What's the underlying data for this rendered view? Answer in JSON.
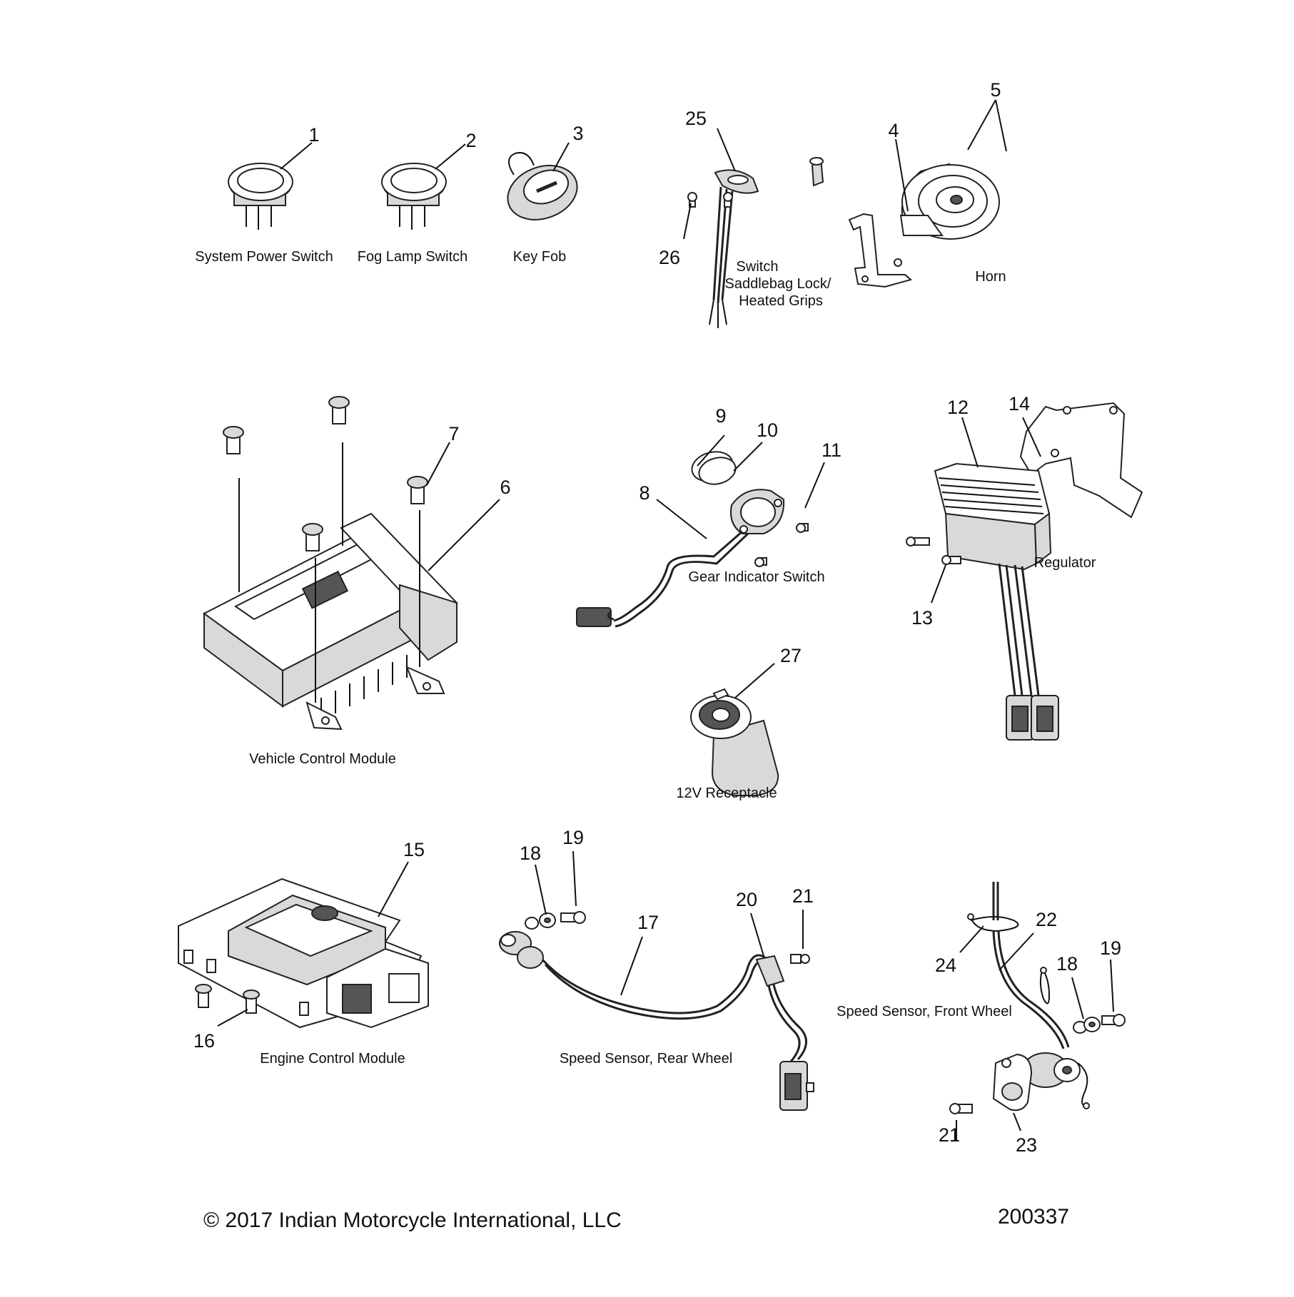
{
  "captions": {
    "system_power_switch": "System Power Switch",
    "fog_lamp_switch": "Fog Lamp Switch",
    "key_fob": "Key Fob",
    "switch_line1": "Switch",
    "switch_line2": "Saddlebag Lock/",
    "switch_line3": "Heated Grips",
    "horn": "Horn",
    "vehicle_control_module": "Vehicle Control Module",
    "gear_indicator_switch": "Gear Indicator Switch",
    "regulator": "Regulator",
    "receptacle_12v": "12V Receptacle",
    "engine_control_module": "Engine Control Module",
    "speed_sensor_rear": "Speed Sensor, Rear Wheel",
    "speed_sensor_front": "Speed Sensor, Front Wheel"
  },
  "callouts": {
    "c1": "1",
    "c2": "2",
    "c3": "3",
    "c4": "4",
    "c5": "5",
    "c6": "6",
    "c7": "7",
    "c8": "8",
    "c9": "9",
    "c10": "10",
    "c11": "11",
    "c12": "12",
    "c13": "13",
    "c14": "14",
    "c15": "15",
    "c16": "16",
    "c17": "17",
    "c18a": "18",
    "c18b": "18",
    "c19a": "19",
    "c19b": "19",
    "c20": "20",
    "c21a": "21",
    "c21b": "21",
    "c22": "22",
    "c23": "23",
    "c24": "24",
    "c25": "25",
    "c26": "26",
    "c27": "27"
  },
  "footer": {
    "copyright": "© 2017 Indian Motorcycle International, LLC",
    "diagram_number": "200337"
  }
}
